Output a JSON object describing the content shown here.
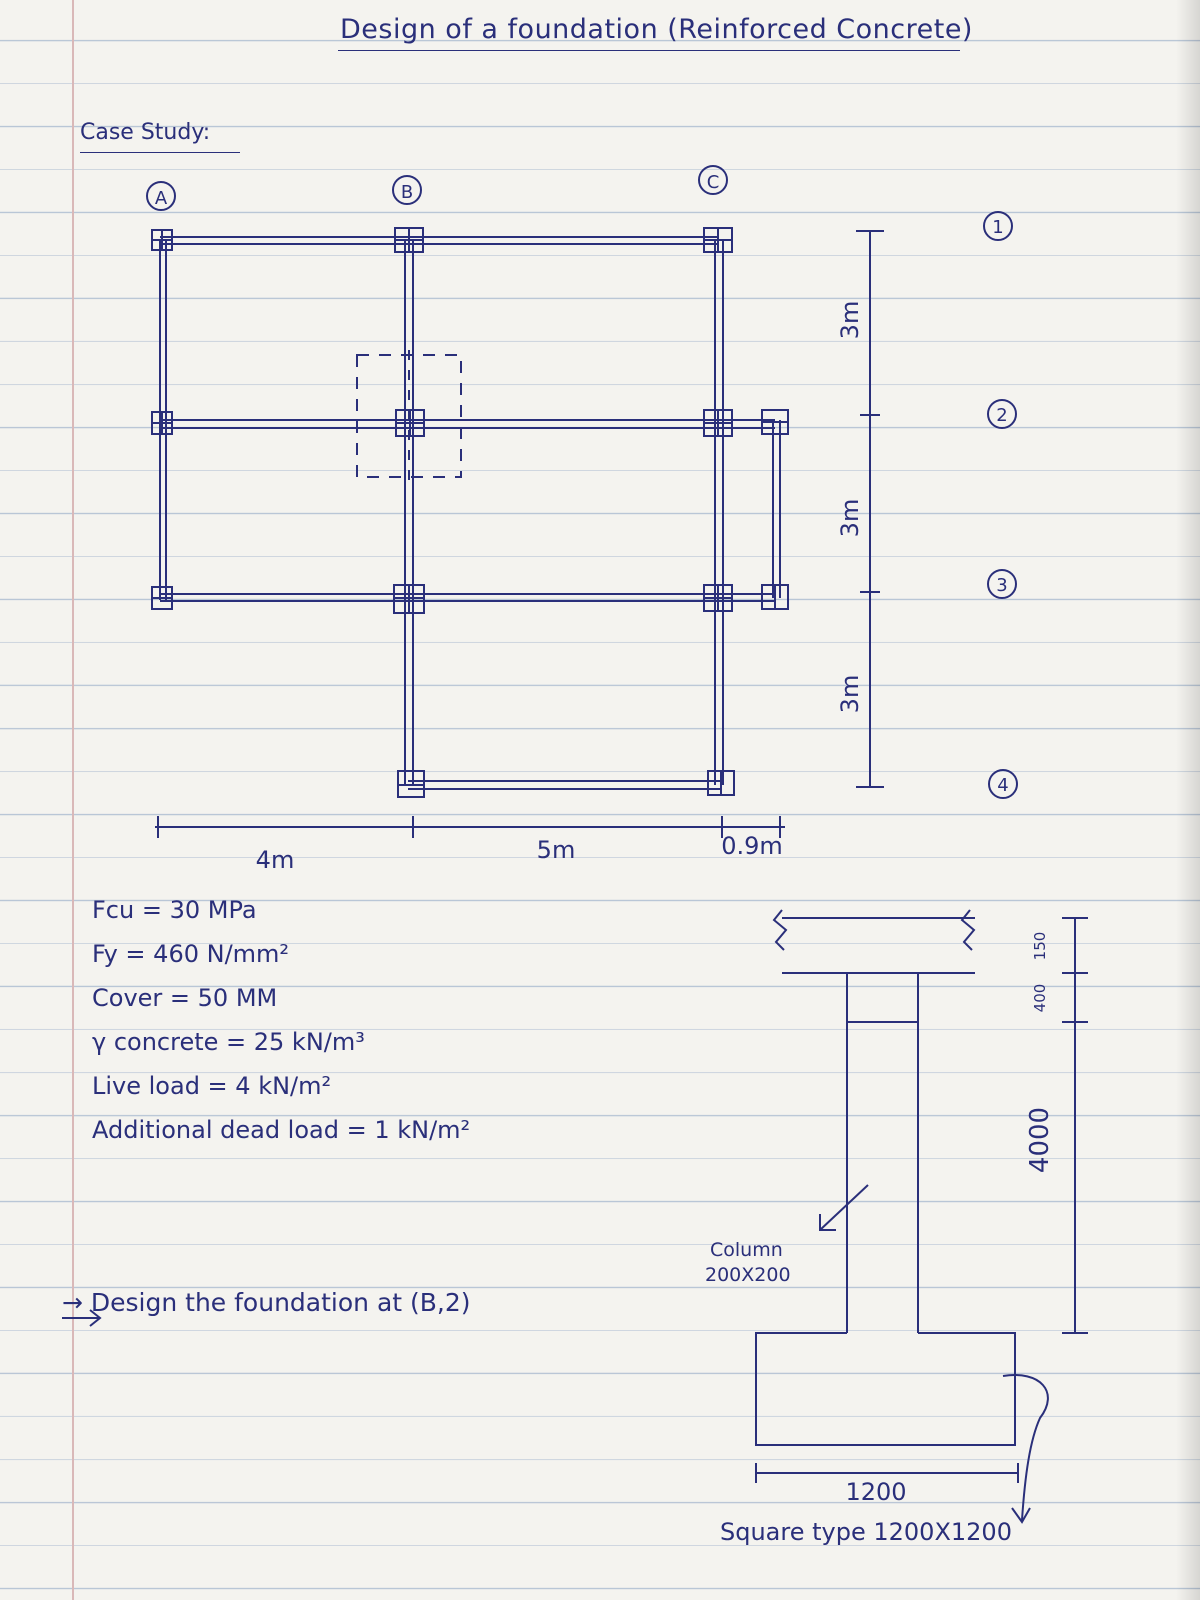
{
  "title": "Design of a foundation (Reinforced Concrete)",
  "case_label": "Case Study:",
  "grid": {
    "columns": [
      "A",
      "B",
      "C"
    ],
    "rows": [
      "1",
      "2",
      "3",
      "4"
    ],
    "spans_x": [
      "4m",
      "5m",
      "0.9m"
    ],
    "spans_y": [
      "3m",
      "3m",
      "3m"
    ]
  },
  "properties": [
    "Fcu = 30 MPa",
    "Fy = 460 N/mm²",
    "Cover = 50 MM",
    "γ concrete = 25 kN/m³",
    "Live load = 4 kN/m²",
    "Additional dead load = 1 kN/m²"
  ],
  "task": "→ Design the foundation at (B,2)",
  "section": {
    "column_label_1": "Column",
    "column_label_2": "200X200",
    "dim_150": "150",
    "dim_400": "400",
    "dim_4000": "4000",
    "dim_1200": "1200",
    "footing_label": "Square type 1200X1200"
  },
  "ink_color": "#2a2f7a"
}
